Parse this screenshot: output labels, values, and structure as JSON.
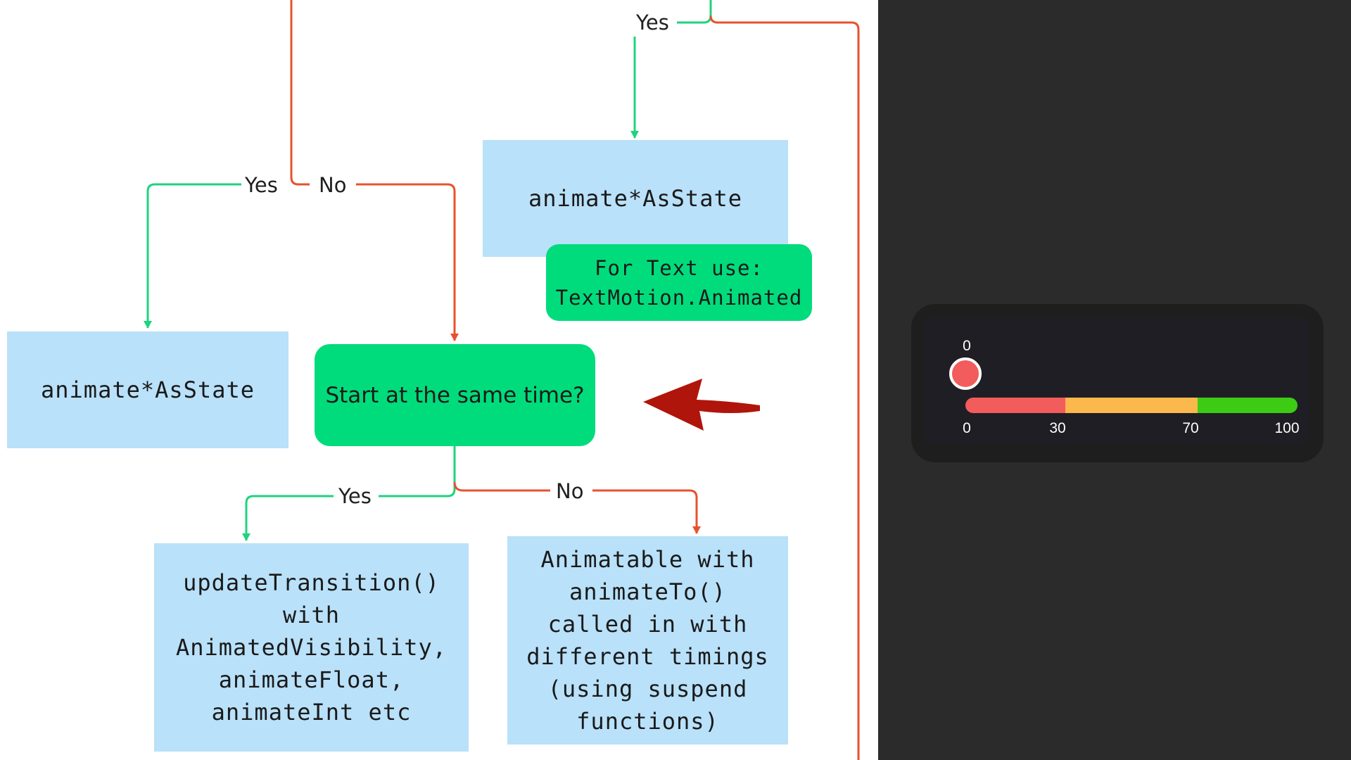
{
  "diagram": {
    "labels": {
      "yes_top": "Yes",
      "yes_left": "Yes",
      "no_left": "No",
      "yes_bottom": "Yes",
      "no_bottom": "No"
    },
    "nodes": {
      "animate_top_right": "animate*AsState",
      "text_note": "For Text use:\nTextMotion.Animated",
      "animate_left": "animate*AsState",
      "decision": "Start at the same time?",
      "update_transition": "updateTransition()\nwith\nAnimatedVisibility,\nanimateFloat,\nanimateInt etc",
      "animatable": "Animatable with\nanimateTo()\ncalled in with\ndifferent timings\n(using suspend\nfunctions)"
    },
    "colors": {
      "yes_line": "#1fd37f",
      "no_line": "#e8512e",
      "process_box": "#b9e1f9",
      "decision_box": "#00dc7c",
      "pointer_arrow": "#b0150b"
    },
    "pointer_icon": "arrow-left-icon"
  },
  "slider": {
    "value_label": "0",
    "value": 0,
    "min": 0,
    "max": 100,
    "ticks": [
      "0",
      "30",
      "70",
      "100"
    ],
    "segments": [
      {
        "from": 0,
        "to": 30,
        "color": "#f25c5c"
      },
      {
        "from": 30,
        "to": 70,
        "color": "#fbb84c"
      },
      {
        "from": 70,
        "to": 100,
        "color": "#3ccc14"
      }
    ],
    "thumb_color": "#f25c5c"
  }
}
